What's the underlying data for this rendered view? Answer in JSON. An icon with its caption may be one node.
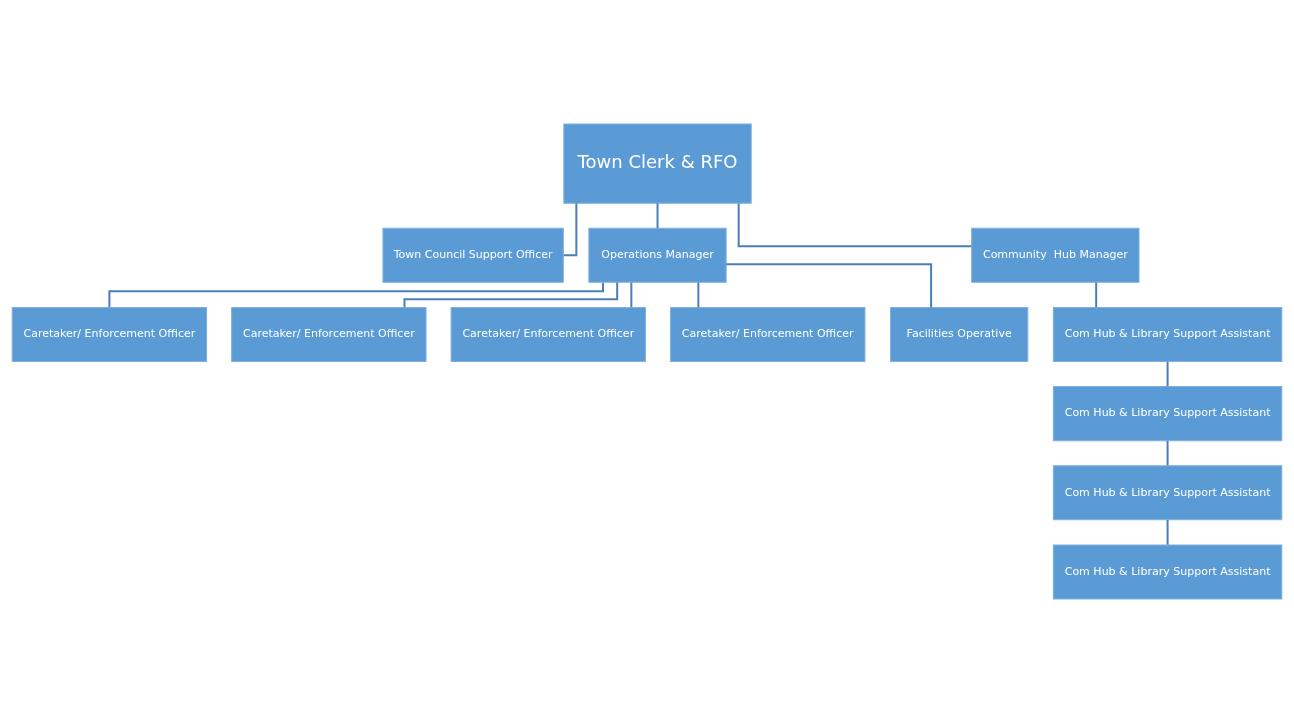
{
  "diagram": {
    "nodes": [
      {
        "text": [
          "Town Clerk & RFO"
        ]
      },
      {
        "text": [
          "Town Council Support Officer"
        ]
      },
      {
        "text": [
          "Operations Manager"
        ]
      },
      {
        "text": [
          "Community  Hub Manager"
        ]
      },
      {
        "text": [
          "Caretaker/ Enforcement Officer"
        ]
      },
      {
        "text": [
          "Caretaker/ Enforcement Officer"
        ]
      },
      {
        "text": [
          "Caretaker/ Enforcement Officer"
        ]
      },
      {
        "text": [
          "Caretaker/ Enforcement Officer"
        ]
      },
      {
        "text": [
          "Facilities Operative"
        ]
      },
      {
        "text": [
          "Com Hub & Library Support Assistant"
        ]
      },
      {
        "text": [
          "Com Hub & Library Support Assistant"
        ]
      },
      {
        "text": [
          "Com Hub & Library Support Assistant"
        ]
      },
      {
        "text": [
          "Com Hub & Library Support Assistant"
        ]
      }
    ],
    "edges": [
      {
        "from": 0,
        "to": 1,
        "arrow": "none"
      },
      {
        "from": 0,
        "to": 2,
        "arrow": "none"
      },
      {
        "from": 0,
        "to": 3,
        "arrow": "none"
      },
      {
        "from": 2,
        "to": 4,
        "arrow": "none"
      },
      {
        "from": 2,
        "to": 5,
        "arrow": "none"
      },
      {
        "from": 2,
        "to": 6,
        "arrow": "none"
      },
      {
        "from": 2,
        "to": 7,
        "arrow": "none"
      },
      {
        "from": 2,
        "to": 8,
        "arrow": "none"
      },
      {
        "from": 3,
        "to": 9,
        "arrow": "none"
      },
      {
        "from": 9,
        "to": 10,
        "arrow": "none"
      },
      {
        "from": 10,
        "to": 11,
        "arrow": "none"
      },
      {
        "from": 11,
        "to": 12,
        "arrow": "none"
      }
    ]
  }
}
